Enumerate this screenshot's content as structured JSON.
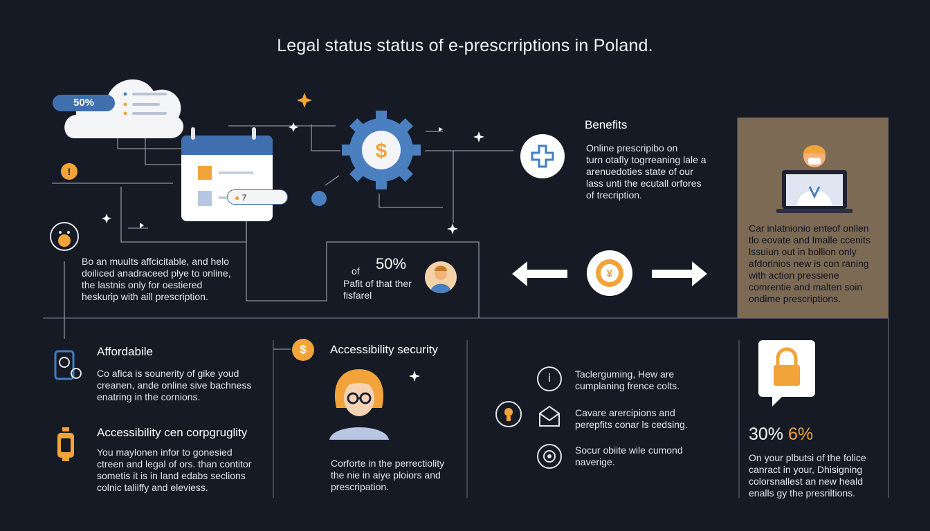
{
  "title": "Legal status status of e-prescrriptions  in Poland.",
  "cloud": {
    "badge": "50%"
  },
  "tag_text": "7",
  "intro": {
    "lines": [
      "Bo an muults affcicitable, and helo",
      "doiliced anadraceed plye to online,",
      "the lastnis only for oestiered",
      "heskurip with aill prescription."
    ]
  },
  "mid_stat": {
    "prefix": "of",
    "value": "50%",
    "lines": [
      "Pafit of that ther",
      "fisfarel"
    ]
  },
  "benefits": {
    "heading": "Benefits",
    "lines": [
      "Online prescripibo on",
      "turn otafly togrreaning lale a",
      "arenuedoties state of our",
      "lass unti the ecutall orfores",
      "of trecription."
    ]
  },
  "doctor_panel": {
    "lines": [
      "Car inlatnionio enteof onllen",
      "tlo eovate and lmalle ccenits",
      "lssuiun out in bollion only",
      "afdorinios new is con raning",
      "with action pressiene",
      "comrentie and malten soin",
      "ondime prescriptions."
    ]
  },
  "affordable": {
    "heading": "Affordabile",
    "lines": [
      "Co afica is sounerity of gike youd",
      "creanen, ande online sive bachness",
      "enatring in the cornions."
    ]
  },
  "accessibility_community": {
    "heading": "Accessibility cen corpgruglity",
    "lines": [
      "You maylonen infor to gonesied",
      "ctreen and legal of ors. than contitor",
      "sometis it is in land edabs seclions",
      "colnic taliiffy and eleviess."
    ]
  },
  "accessibility_security": {
    "heading": "Accessibility security",
    "lines": [
      "Corforte in the perrectiolity",
      "the nie in aiye ploiors and",
      "prescripation."
    ]
  },
  "list_items": [
    {
      "lines": [
        "Taclerguming,  Hew are",
        "cumplaning frence colts."
      ]
    },
    {
      "lines": [
        "Cavare arercipions and",
        "perepfits conar ls cedsing."
      ]
    },
    {
      "lines": [
        "Socur obiite wile cumond",
        "naverige."
      ]
    }
  ],
  "security_stat": {
    "value_white": "30%",
    "value_orange": "6%",
    "lines": [
      "On your plbutsi of the folice",
      "canract in your, Dhisigning",
      "colorsnallest an new heald",
      "enalls gy the presriltions."
    ]
  },
  "colors": {
    "background": "#151a25",
    "accent_blue": "#4a7fc0",
    "accent_orange": "#f2a33a",
    "panel_brown": "#7d6a54"
  },
  "icons": [
    "cloud-icon",
    "calendar-icon",
    "dollar-gear-icon",
    "medical-cross-icon",
    "doctor-laptop-icon",
    "arrow-left-icon",
    "arrow-right-icon",
    "coin-icon",
    "padlock-icon",
    "phone-icon",
    "lightbulb-icon",
    "person-icon",
    "woman-glasses-icon"
  ]
}
